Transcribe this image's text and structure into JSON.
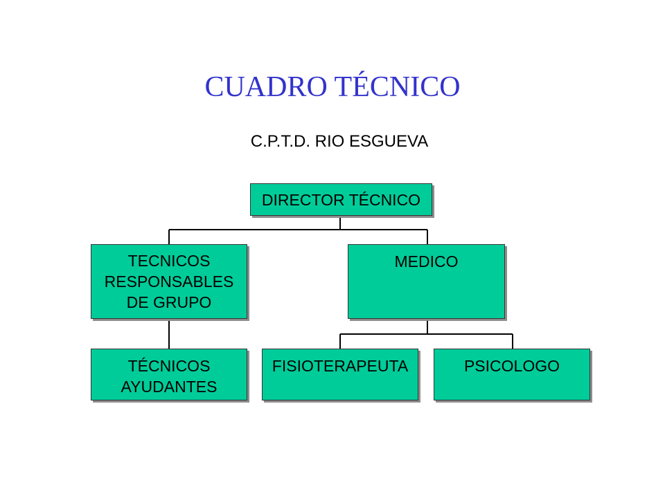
{
  "title": "CUADRO TÉCNICO",
  "subtitle": "C.P.T.D. RIO ESGUEVA",
  "colors": {
    "title": "#3333cc",
    "box_fill": "#00cc99",
    "line": "#000000"
  },
  "nodes": {
    "director": "DIRECTOR TÉCNICO",
    "tecnicos_responsables": "TECNICOS\nRESPONSABLES\nDE GRUPO",
    "medico": "MEDICO",
    "tecnicos_ayudantes": "TÉCNICOS\nAYUDANTES",
    "fisioterapeuta": "FISIOTERAPEUTA",
    "psicologo": "PSICOLOGO"
  }
}
